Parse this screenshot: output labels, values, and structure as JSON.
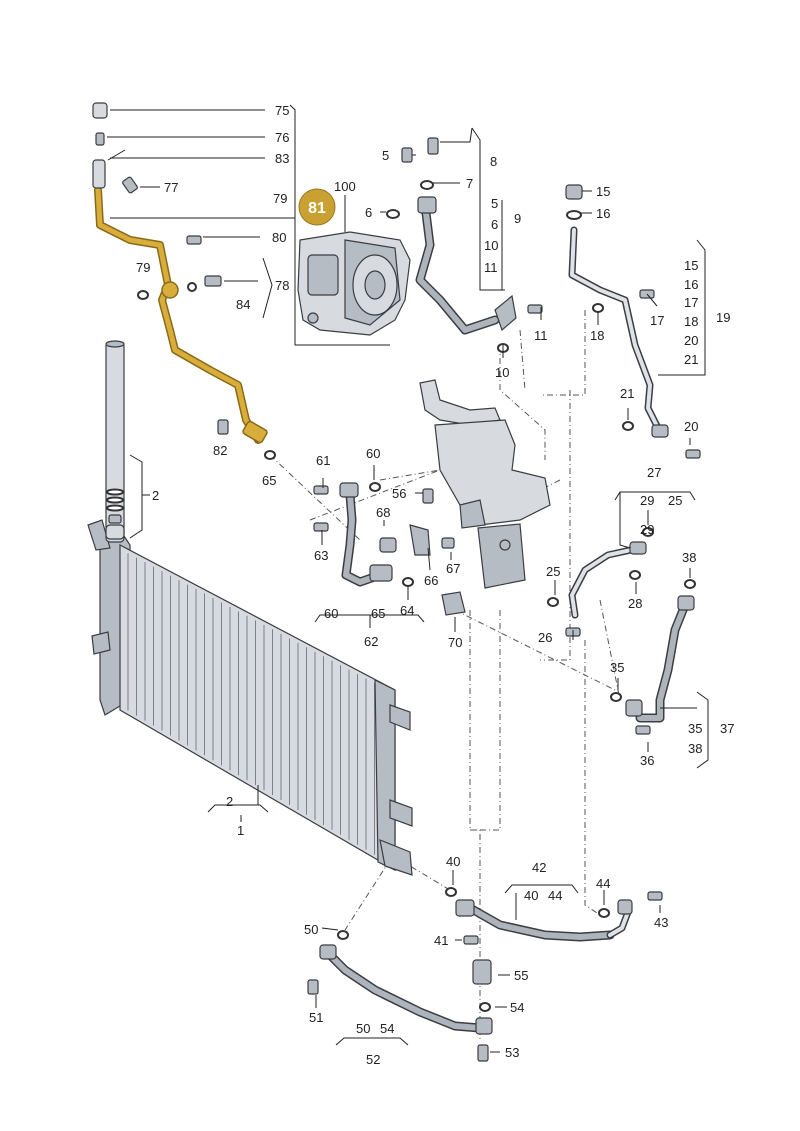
{
  "highlight": {
    "label": "81",
    "color": "#c9a133"
  },
  "labels": {
    "l75": "75",
    "l76": "76",
    "l83": "83",
    "l77": "77",
    "l79a": "79",
    "l100": "100",
    "l80": "80",
    "l79b": "79",
    "l78": "78",
    "l84": "84",
    "l82": "82",
    "l65a": "65",
    "l5a": "5",
    "l8": "8",
    "l7": "7",
    "l6a": "6",
    "l5b": "5",
    "l6b": "6",
    "l9": "9",
    "l10a": "10",
    "l11a": "11",
    "l11b": "11",
    "l10b": "10",
    "l15a": "15",
    "l16a": "16",
    "l15b": "15",
    "l16b": "16",
    "l17a": "17",
    "l18a": "18",
    "l19": "19",
    "l20a": "20",
    "l21a": "21",
    "l17b": "17",
    "l18b": "18",
    "l21b": "21",
    "l20b": "20",
    "l2a": "2",
    "l61": "61",
    "l60a": "60",
    "l56": "56",
    "l68": "68",
    "l63": "63",
    "l66": "66",
    "l67": "67",
    "l65b": "65",
    "l64": "64",
    "l60b": "60",
    "l62": "62",
    "l70": "70",
    "l27": "27",
    "l29a": "29",
    "l25a": "25",
    "l29b": "29",
    "l28": "28",
    "l25b": "25",
    "l26": "26",
    "l38a": "38",
    "l35a": "35",
    "l35b": "35",
    "l37": "37",
    "l38b": "38",
    "l36": "36",
    "l2b": "2",
    "l1": "1",
    "l40a": "40",
    "l42": "42",
    "l40b": "40",
    "l44a": "44",
    "l44b": "44",
    "l43": "43",
    "l41": "41",
    "l50a": "50",
    "l55": "55",
    "l54a": "54",
    "l51": "51",
    "l50b": "50",
    "l54b": "54",
    "l52": "52",
    "l53": "53"
  }
}
